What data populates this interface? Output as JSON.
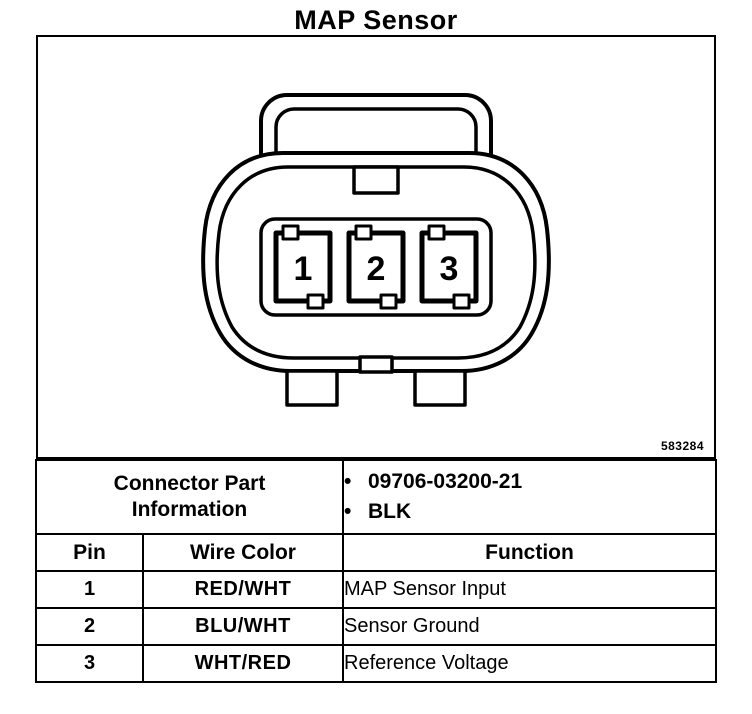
{
  "title": "MAP Sensor",
  "figure": {
    "number": "583284",
    "pins": [
      "1",
      "2",
      "3"
    ]
  },
  "table": {
    "bullet_char": "•",
    "part_info_label": "Connector Part Information",
    "part_info_items": [
      "09706-03200-21",
      "BLK"
    ],
    "headers": {
      "pin": "Pin",
      "wire_color": "Wire Color",
      "function": "Function"
    },
    "rows": [
      {
        "pin": "1",
        "wire_color": "RED/WHT",
        "function": "MAP Sensor Input"
      },
      {
        "pin": "2",
        "wire_color": "BLU/WHT",
        "function": "Sensor Ground"
      },
      {
        "pin": "3",
        "wire_color": "WHT/RED",
        "function": "Reference Voltage"
      }
    ]
  }
}
